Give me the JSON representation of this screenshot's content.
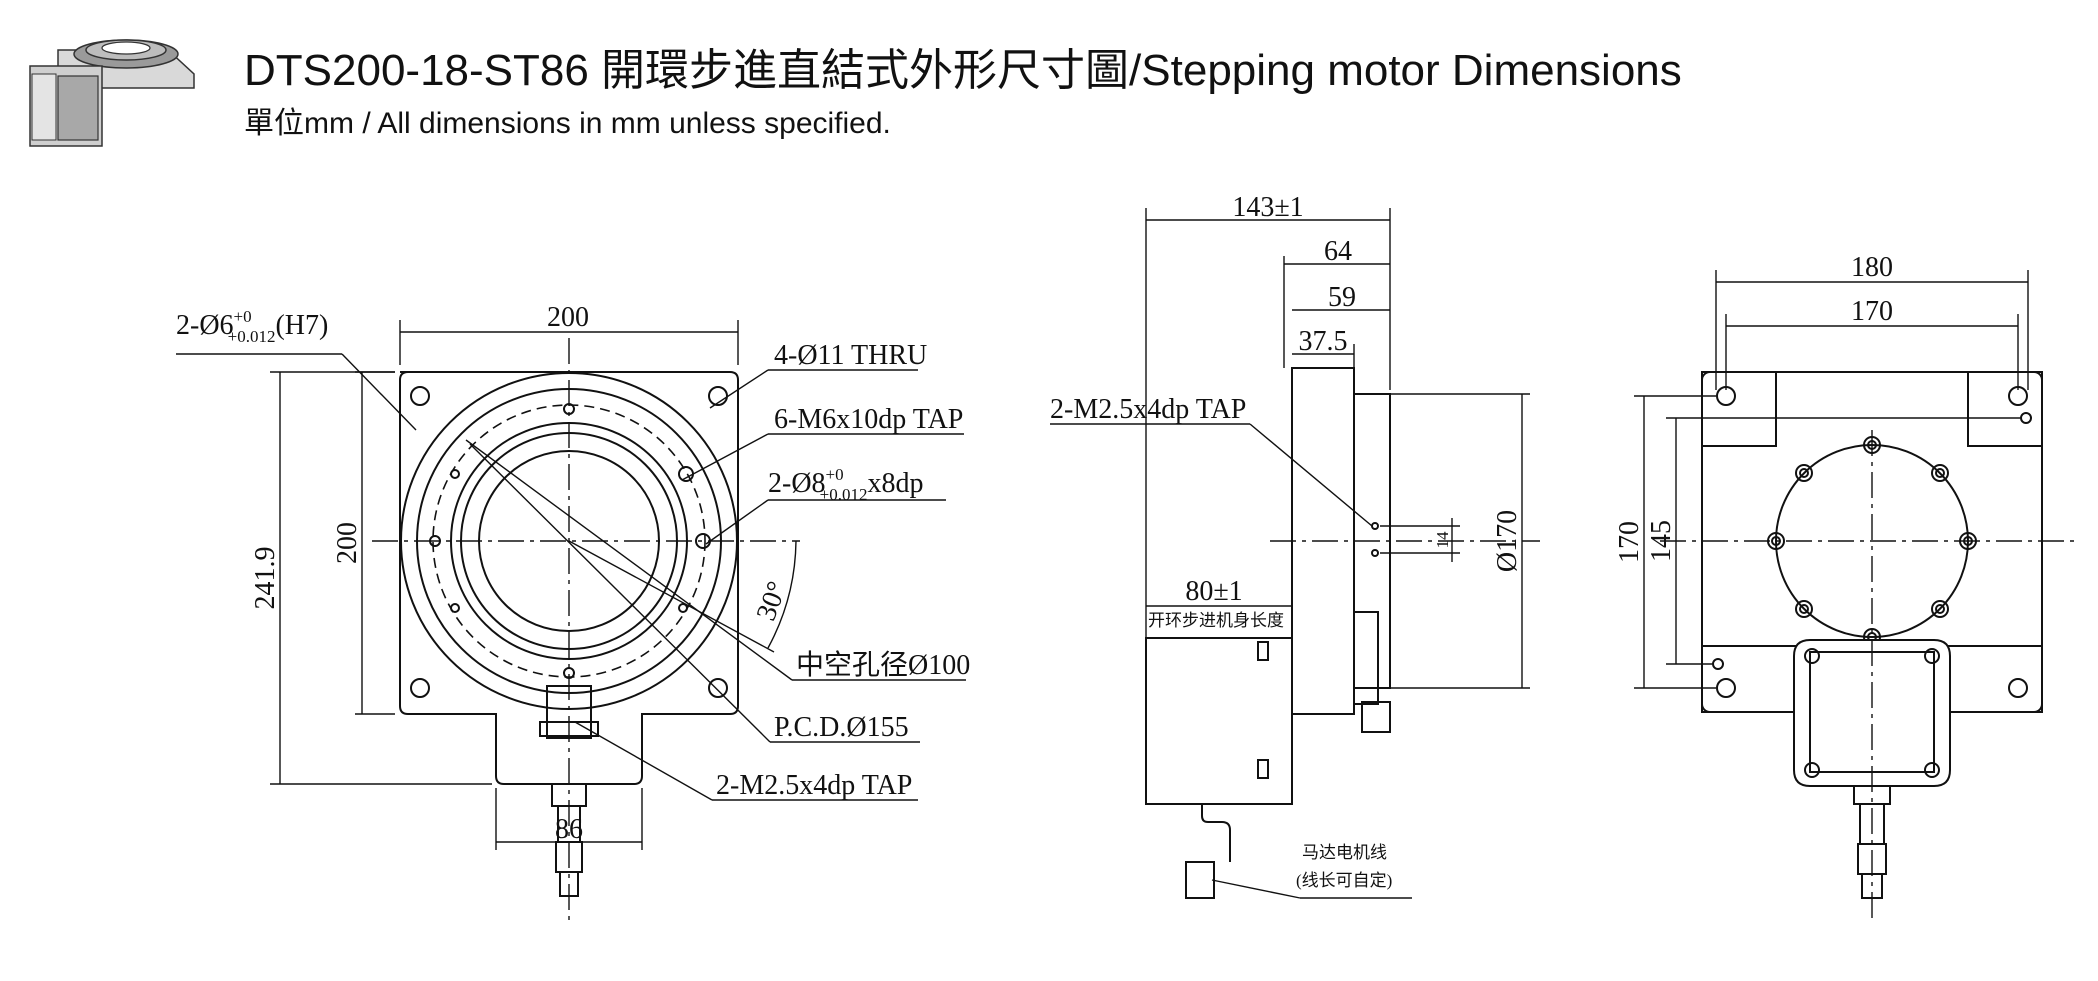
{
  "header": {
    "title": "DTS200-18-ST86 開環步進直結式外形尺寸圖/Stepping motor Dimensions",
    "subtitle": "單位mm / All dimensions in mm unless specified."
  },
  "front_view": {
    "dim_width": "200",
    "dim_height": "200",
    "dim_total_height": "241.9",
    "dim_connector": "86",
    "angle": "30°",
    "callout_pin_prefix": "2-Ø6",
    "callout_pin_tol_upper": "+0",
    "callout_pin_tol_lower": "+0.012",
    "callout_pin_suffix": "(H7)",
    "callout_thru": "4-Ø11 THRU",
    "callout_tap_m6": "6-M6x10dp TAP",
    "callout_pin8_prefix": "2-Ø8",
    "callout_pin8_tol_upper": "+0",
    "callout_pin8_tol_lower": "+0.012",
    "callout_pin8_suffix": "x8dp",
    "callout_bore": "中空孔径Ø100",
    "callout_pcd": "P.C.D.Ø155",
    "callout_tap_m25": "2-M2.5x4dp TAP"
  },
  "side_view": {
    "dim_total": "143±1",
    "dim_64": "64",
    "dim_59": "59",
    "dim_37_5": "37.5",
    "dim_dia170": "Ø170",
    "dim_14": "14",
    "dim_motor": "80±1",
    "motor_note": "开环步进机身长度",
    "callout_tap": "2-M2.5x4dp TAP",
    "cable_label": "马达电机线",
    "cable_note": "(线长可自定)"
  },
  "rear_view": {
    "dim_180": "180",
    "dim_170": "170",
    "dim_v170": "170",
    "dim_v145": "145"
  }
}
